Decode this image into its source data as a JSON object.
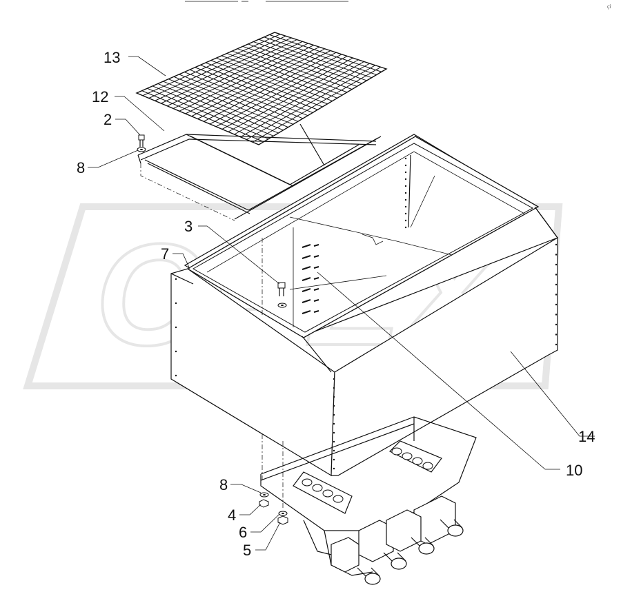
{
  "diagram": {
    "corner_mark": "çî",
    "watermark_text": "OPEX",
    "watermark_color": "#e6e6e6",
    "line_color": "#111111",
    "callouts": [
      {
        "id": "13",
        "label": "13"
      },
      {
        "id": "12",
        "label": "12"
      },
      {
        "id": "2",
        "label": "2"
      },
      {
        "id": "8a",
        "label": "8"
      },
      {
        "id": "3",
        "label": "3"
      },
      {
        "id": "7",
        "label": "7"
      },
      {
        "id": "14",
        "label": "14"
      },
      {
        "id": "10",
        "label": "10"
      },
      {
        "id": "8b",
        "label": "8"
      },
      {
        "id": "4",
        "label": "4"
      },
      {
        "id": "6",
        "label": "6"
      },
      {
        "id": "5",
        "label": "5"
      }
    ]
  }
}
